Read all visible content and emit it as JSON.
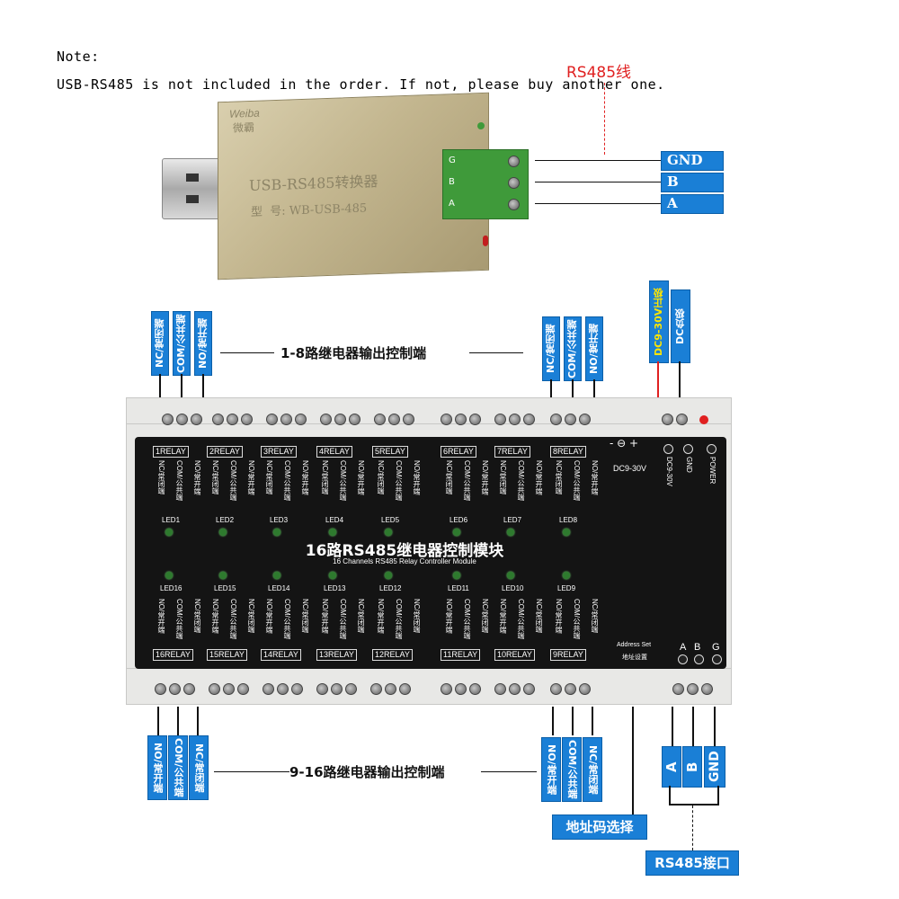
{
  "note": {
    "title": "Note:",
    "text": "USB-RS485 is not included in the order. If not, please buy another one."
  },
  "adapter": {
    "rs485_line_label": "RS485线",
    "brand": "Weiba",
    "brand_cn": "微霸",
    "name": "USB-RS485转换器",
    "model": "型  号: WB-USB-485",
    "terminal_letters": [
      "A",
      "B",
      "G"
    ],
    "signals": [
      "GND",
      "B",
      "A"
    ]
  },
  "top_terminal_tags": [
    "NC/常闭端",
    "COM/公共端",
    "NO/常开端"
  ],
  "top_caption": "1-8路继电器输出控制端",
  "power_tags": [
    "DC9-30V正极",
    "DC负极"
  ],
  "colors": {
    "tag_blue": "#1a7fd6",
    "power_red": "#e02020",
    "panel_black": "#141414",
    "case_gray": "#e8e8e6",
    "led_green": "#2e7a2e"
  },
  "module": {
    "title": "16路RS485继电器控制模块",
    "subtitle": "16 Channels RS485 Relay Controller Module",
    "dc_label": "DC9-30V",
    "power_terms": [
      "DC9-30V",
      "GND",
      "POWER"
    ],
    "address_set": "Address Set",
    "address_set_cn": "地址设置",
    "bus_terms": [
      "A",
      "B",
      "G"
    ],
    "top_relays": [
      "1RELAY",
      "2RELAY",
      "3RELAY",
      "4RELAY",
      "5RELAY",
      "6RELAY",
      "7RELAY",
      "8RELAY"
    ],
    "bottom_relays": [
      "16RELAY",
      "15RELAY",
      "14RELAY",
      "13RELAY",
      "12RELAY",
      "11RELAY",
      "10RELAY",
      "9RELAY"
    ],
    "top_leds": [
      "LED1",
      "LED2",
      "LED3",
      "LED4",
      "LED5",
      "LED6",
      "LED7",
      "LED8"
    ],
    "bottom_leds": [
      "LED16",
      "LED15",
      "LED14",
      "LED13",
      "LED12",
      "LED11",
      "LED10",
      "LED9"
    ],
    "top_term_labels": [
      "NC/常闭端",
      "COM/公共端",
      "NO/常开端"
    ],
    "bottom_term_labels": [
      "NO/常开端",
      "COM/公共端",
      "NC/常闭端"
    ]
  },
  "bottom_terminal_tags": [
    "NO/常开端",
    "COM/公共端",
    "NC/常闭端"
  ],
  "bottom_caption": "9-16路继电器输出控制端",
  "address_select": "地址码选择",
  "bus_tags": [
    "A",
    "B",
    "GND"
  ],
  "rs485_port": "RS485接口"
}
